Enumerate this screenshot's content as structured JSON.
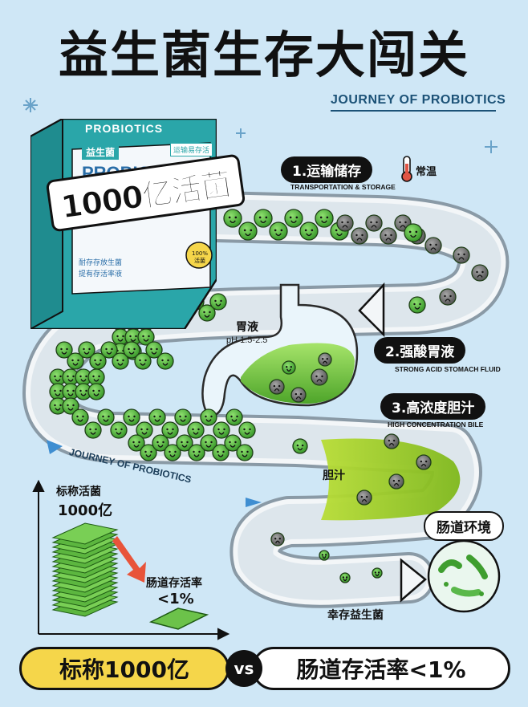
{
  "header": {
    "title": "益生菌生存大闯关",
    "subtitle": "JOURNEY OF PROBIOTICS"
  },
  "box": {
    "brand_top": "PROBIOTICS",
    "cn_name": "益生菌",
    "tag": "运输易存活",
    "brand_main": "PROBIOTICS",
    "count": "1000亿活菌",
    "feature_1": "耐存存放生菌",
    "feature_2": "提有存活率液",
    "seal": "100% 活菌"
  },
  "steps": [
    {
      "label": "1.运输储存",
      "english": "TRANSPORTATION & STORAGE",
      "note": "常温"
    },
    {
      "label": "2.强酸胃液",
      "english": "STRONG ACID STOMACH FLUID"
    },
    {
      "label": "3.高浓度胆汁",
      "english": "HIGH CONCENTRATION BILE"
    }
  ],
  "stomach": {
    "label": "胃液",
    "ph": "pH 1.5-2.5"
  },
  "bile_label": "胆汁",
  "gut_label": "肠道环境",
  "survivor_label": "幸存益生菌",
  "path_caption": "JOURNEY OF PROBIOTICS",
  "chart": {
    "claimed_label": "标称活菌",
    "claimed_value": "1000亿",
    "survival_label": "肠道存活率",
    "survival_value": "<1%"
  },
  "banner": {
    "left": "标称1000亿",
    "vs": "vs",
    "right": "肠道存活率<1%"
  },
  "colors": {
    "background": "#cfe7f6",
    "bacteria_green": "#63c04a",
    "dead_gray": "#7a7a7a",
    "banner_yellow": "#f5d64a",
    "box_teal": "#2aa6a9",
    "stomach_green": "#6cc63b"
  }
}
